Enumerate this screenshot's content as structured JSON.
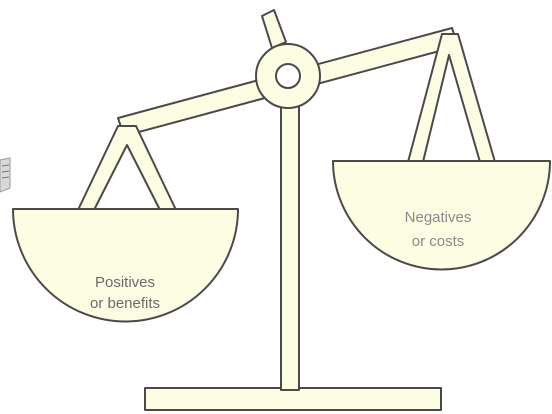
{
  "diagram": {
    "left_pan": {
      "line1": "Positives",
      "line2": "or benefits"
    },
    "right_pan": {
      "line1": "Negatives",
      "line2": "or costs"
    },
    "colors": {
      "fill": "#fdfde3",
      "stroke": "#4a4a4a",
      "text_left": "#6b6b6b",
      "text_right": "#8a8a8a",
      "background": "#ffffff"
    },
    "tilt": "left-heavy"
  }
}
